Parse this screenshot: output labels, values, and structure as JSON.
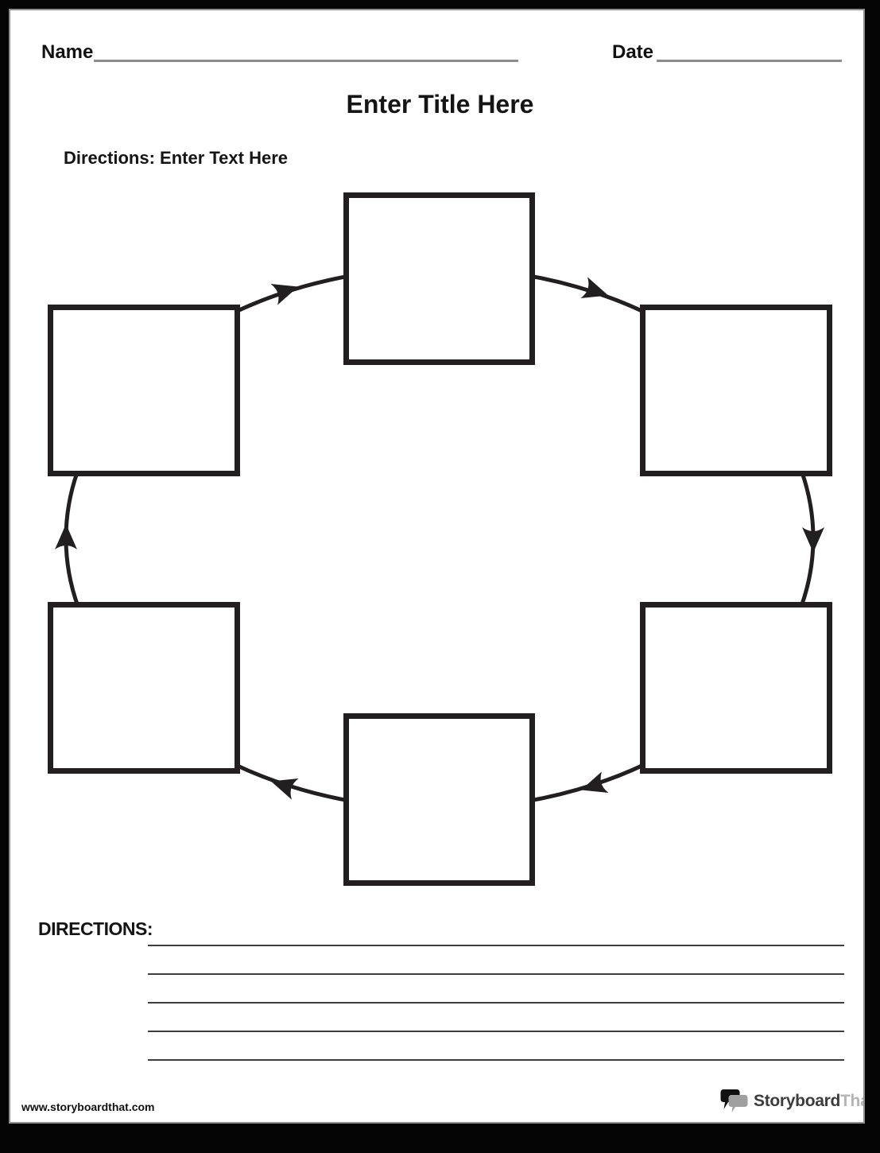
{
  "page": {
    "name_label": "Name",
    "date_label": "Date",
    "title": "Enter Title Here",
    "directions_inline": "Directions: Enter Text Here",
    "directions_label": "DIRECTIONS:",
    "directions_line_count": 5,
    "footer_url": "www.storyboardthat.com"
  },
  "logo": {
    "part1": "Storyboard",
    "part2": "That"
  },
  "diagram": {
    "type": "cycle",
    "direction": "clockwise",
    "steps": 6,
    "boxes": [
      {
        "position": "top-center",
        "label": ""
      },
      {
        "position": "top-right",
        "label": ""
      },
      {
        "position": "bottom-right",
        "label": ""
      },
      {
        "position": "bottom-center",
        "label": ""
      },
      {
        "position": "bottom-left",
        "label": ""
      },
      {
        "position": "top-left",
        "label": ""
      }
    ]
  },
  "colors": {
    "ink": "#231f20",
    "field_line": "#8c8c8c",
    "writing_line": "#3d3d3d",
    "frame": "#050505",
    "logo_dark": "#3c3c3c",
    "logo_gray": "#b5b5b5"
  }
}
